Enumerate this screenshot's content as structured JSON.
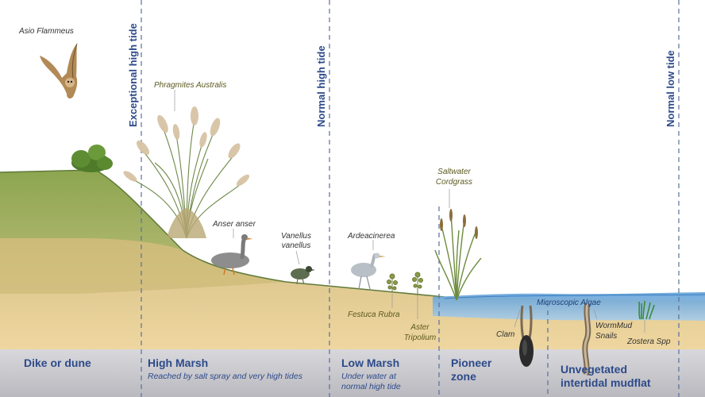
{
  "tide_lines": {
    "exceptional_high": "Exceptional high tide",
    "normal_high": "Normal high tide",
    "normal_low": "Normal low tide"
  },
  "species": {
    "asio": "Asio Flammeus",
    "phragmites": "Phragmites Australis",
    "anser": "Anser anser",
    "vanellus_1": "Vanellus",
    "vanellus_2": "vanellus",
    "ardea": "Ardeacinerea",
    "cordgrass_1": "Saltwater",
    "cordgrass_2": "Cordgrass",
    "festuca": "Festuca Rubra",
    "aster_1": "Aster",
    "aster_2": "Tripolium",
    "algae": "Microscopic Algae",
    "clam": "Clam",
    "worm_1": "WormMud",
    "worm_2": "Snails",
    "zostera": "Zostera Spp"
  },
  "zones": {
    "dike": {
      "title": "Dike or dune"
    },
    "high_marsh": {
      "title": "High Marsh",
      "subtitle": "Reached by salt spray and very high tides"
    },
    "low_marsh": {
      "title": "Low Marsh",
      "subtitle_1": "Under water at",
      "subtitle_2": "normal high tide"
    },
    "pioneer": {
      "title_1": "Pioneer",
      "title_2": "zone"
    },
    "mudflat": {
      "title_1": "Unvegetated",
      "title_2": "intertidal mudflat"
    }
  },
  "colors": {
    "tide_line": "#5a6f9c",
    "zone_text": "#2d4a8a",
    "grass": "#8aa54e",
    "sand": "#e2c48d",
    "water": "#6fa8dc",
    "band": "#cfcfd3"
  }
}
